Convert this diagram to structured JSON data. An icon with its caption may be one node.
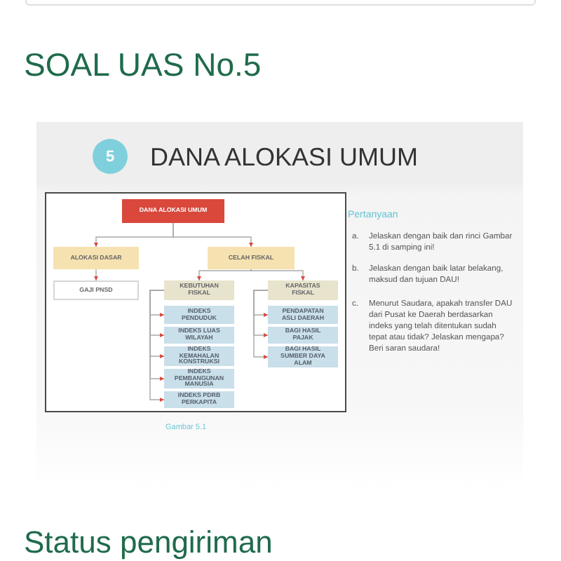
{
  "diagram": {
    "title": "SOAL UAS No.5",
    "caption": "Gambar 5.1",
    "nodes": [
      {
        "text": [
          "5"
        ],
        "beside": [
          "DANA ALOKASI UMUM"
        ]
      },
      {
        "text": [
          "DANA ALOKASI UMUM"
        ]
      },
      {
        "text": [
          "ALOKASI DASAR"
        ]
      },
      {
        "text": [
          "CELAH FISKAL"
        ]
      },
      {
        "text": [
          "GAJI PNSD"
        ]
      },
      {
        "text": [
          "KEBUTUHAN FISKAL"
        ]
      },
      {
        "text": [
          "KAPASITAS FISKAL"
        ]
      },
      {
        "text": [
          "INDEKS PENDUDUK"
        ]
      },
      {
        "text": [
          "INDEKS LUAS WILAYAH"
        ]
      },
      {
        "text": [
          "INDEKS KEMAHALAN KONSTRUKSI"
        ]
      },
      {
        "text": [
          "INDEKS PEMBANGUNAN MANUSIA"
        ]
      },
      {
        "text": [
          "INDEKS PDRB PERKAPITA"
        ]
      },
      {
        "text": [
          "PENDAPATAN ASLI DAERAH"
        ]
      },
      {
        "text": [
          "BAGI HASIL PAJAK"
        ]
      },
      {
        "text": [
          "BAGI HASIL SUMBER DAYA ALAM"
        ]
      }
    ],
    "edges": [
      {
        "from": 1,
        "to": 2,
        "arrow": "to"
      },
      {
        "from": 1,
        "to": 3,
        "arrow": "to"
      },
      {
        "from": 2,
        "to": 4,
        "arrow": "to"
      },
      {
        "from": 3,
        "to": 5,
        "arrow": "to"
      },
      {
        "from": 3,
        "to": 6,
        "arrow": "to"
      },
      {
        "from": 5,
        "to": 7,
        "arrow": "to"
      },
      {
        "from": 5,
        "to": 8,
        "arrow": "to"
      },
      {
        "from": 5,
        "to": 9,
        "arrow": "to"
      },
      {
        "from": 5,
        "to": 10,
        "arrow": "to"
      },
      {
        "from": 5,
        "to": 11,
        "arrow": "to"
      },
      {
        "from": 6,
        "to": 12,
        "arrow": "to"
      },
      {
        "from": 6,
        "to": 13,
        "arrow": "to"
      },
      {
        "from": 6,
        "to": 14,
        "arrow": "to"
      }
    ],
    "labels": [
      "Pertanyaan",
      "a.",
      "Jelaskan dengan baik dan rinci Gambar 5.1 di samping ini!",
      "b.",
      "Jelaskan dengan baik latar belakang, maksud dan tujuan DAU!",
      "c.",
      "Menurut Saudara, apakah transfer DAU dari Pusat ke Daerah berdasarkan indeks yang telah ditentukan sudah tepat atau tidak? Jelaskan mengapa? Beri saran saudara!",
      "Status pengiriman"
    ]
  }
}
